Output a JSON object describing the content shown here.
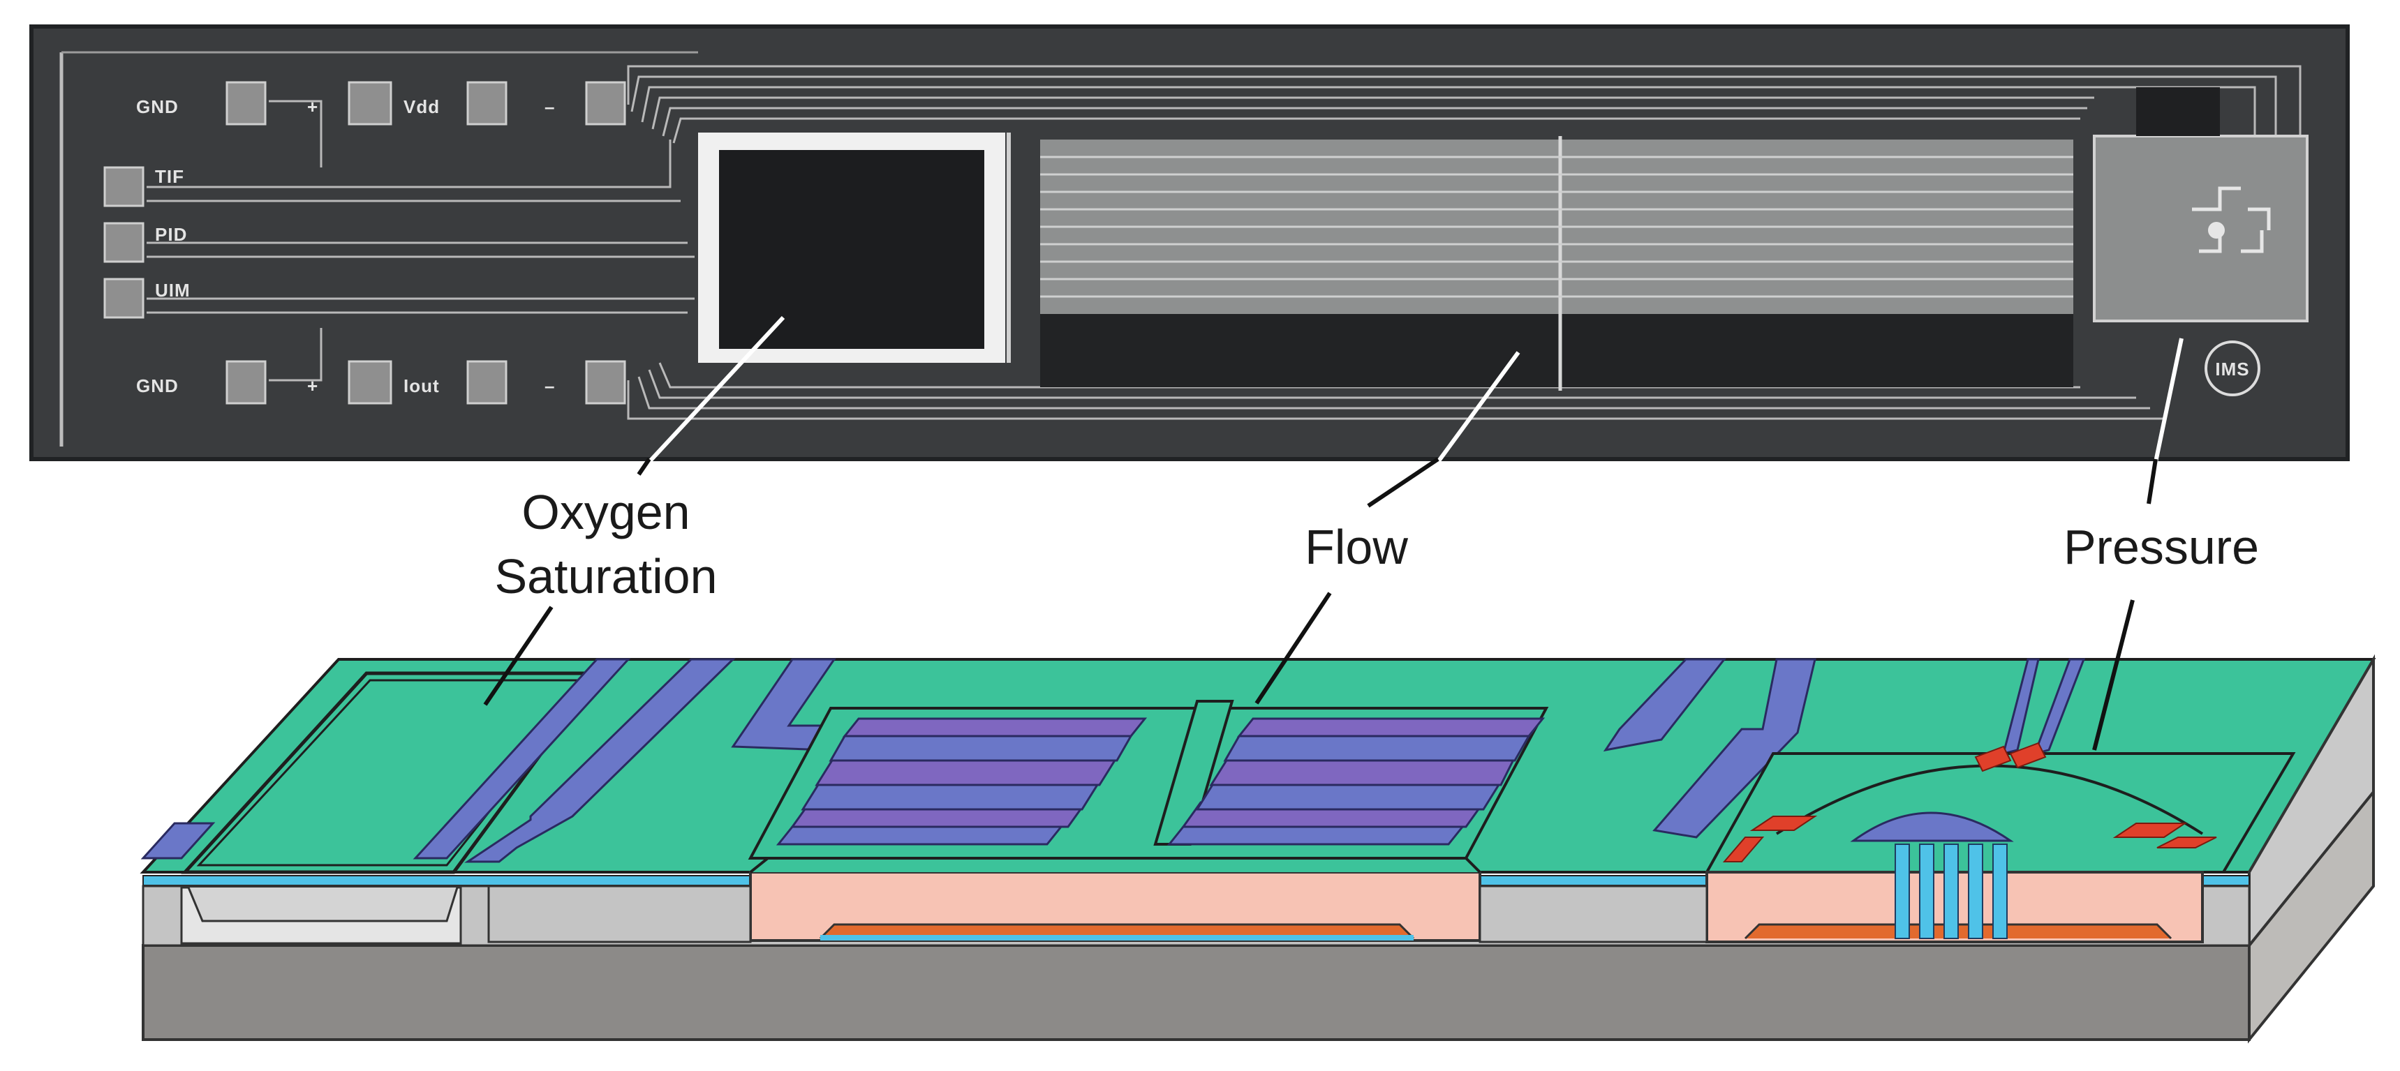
{
  "photo": {
    "pad_labels_top": [
      "GND",
      "+",
      "Vdd",
      "–"
    ],
    "pad_labels_left": [
      "TIF",
      "PID",
      "UIM"
    ],
    "pad_labels_bottom": [
      "GND",
      "+",
      "Iout",
      "–"
    ],
    "logo": "IMS"
  },
  "callouts": {
    "oxygen_line1": "Oxygen",
    "oxygen_line2": "Saturation",
    "flow": "Flow",
    "pressure": "Pressure"
  },
  "colors": {
    "photo_background": "#3a3c3e",
    "chip_top": "#3cc39a",
    "electrode": "#6a77c8",
    "cavity": "#f7c3b4",
    "substrate": "#8c8a88",
    "layer_grey": "#c4c4c4",
    "contact_red": "#e0402a"
  }
}
